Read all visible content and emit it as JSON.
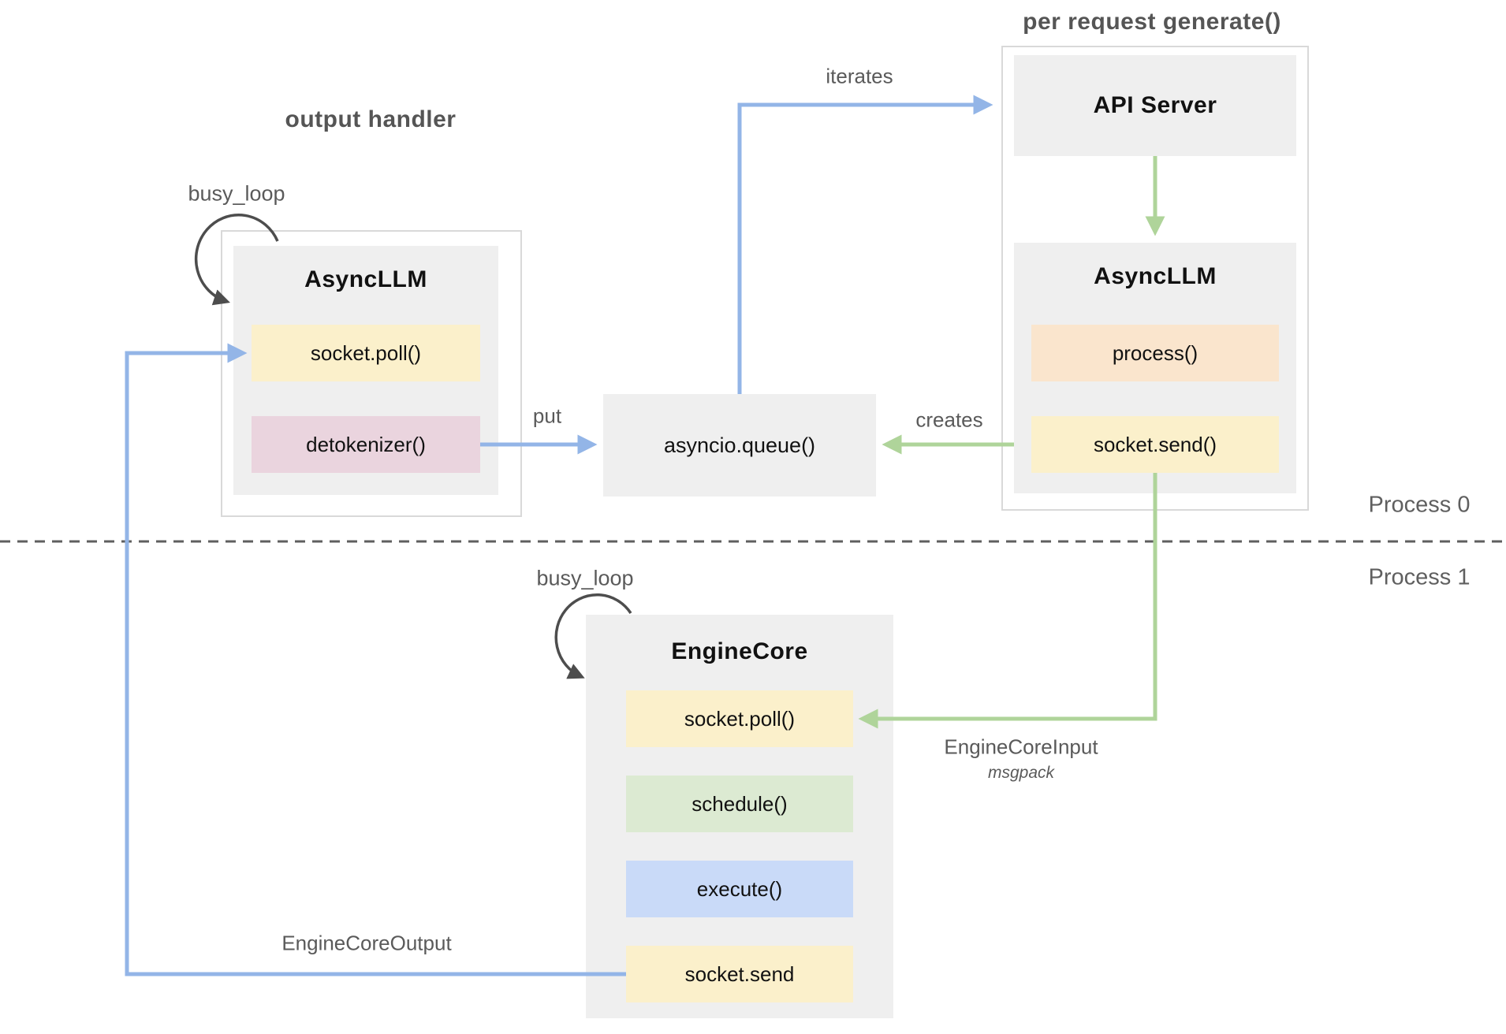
{
  "titles": {
    "output_handler": "output handler",
    "per_request_generate": "per request generate()"
  },
  "labels": {
    "busy_loop_top": "busy_loop",
    "busy_loop_bottom": "busy_loop",
    "iterates": "iterates",
    "put": "put",
    "creates": "creates",
    "engine_core_input": "EngineCoreInput",
    "engine_core_input_format": "msgpack",
    "engine_core_output": "EngineCoreOutput",
    "process0": "Process 0",
    "process1": "Process 1"
  },
  "nodes": {
    "async_llm_left": {
      "title": "AsyncLLM",
      "methods": [
        {
          "label": "socket.poll()",
          "color": "#fbf0cb"
        },
        {
          "label": "detokenizer()",
          "color": "#ead4de"
        }
      ]
    },
    "asyncio_queue": {
      "label": "asyncio.queue()",
      "color": "#efefef"
    },
    "api_server": {
      "title": "API Server",
      "color": "#efefef"
    },
    "async_llm_right": {
      "title": "AsyncLLM",
      "methods": [
        {
          "label": "process()",
          "color": "#fae5cd"
        },
        {
          "label": "socket.send()",
          "color": "#fbf0cb"
        }
      ]
    },
    "engine_core": {
      "title": "EngineCore",
      "methods": [
        {
          "label": "socket.poll()",
          "color": "#fbf0cb"
        },
        {
          "label": "schedule()",
          "color": "#dcead2"
        },
        {
          "label": "execute()",
          "color": "#c9daf8"
        },
        {
          "label": "socket.send",
          "color": "#fbf0cb"
        }
      ]
    }
  },
  "colors": {
    "arrow_blue": "#93b5e7",
    "arrow_green": "#afd49a",
    "loop_arrow_dark": "#4d4d4d",
    "dashed_separator": "#5f5f5f",
    "container_fill": "#efefef",
    "outer_border": "#d9d9d9",
    "label_gray": "#5a5a5a"
  }
}
